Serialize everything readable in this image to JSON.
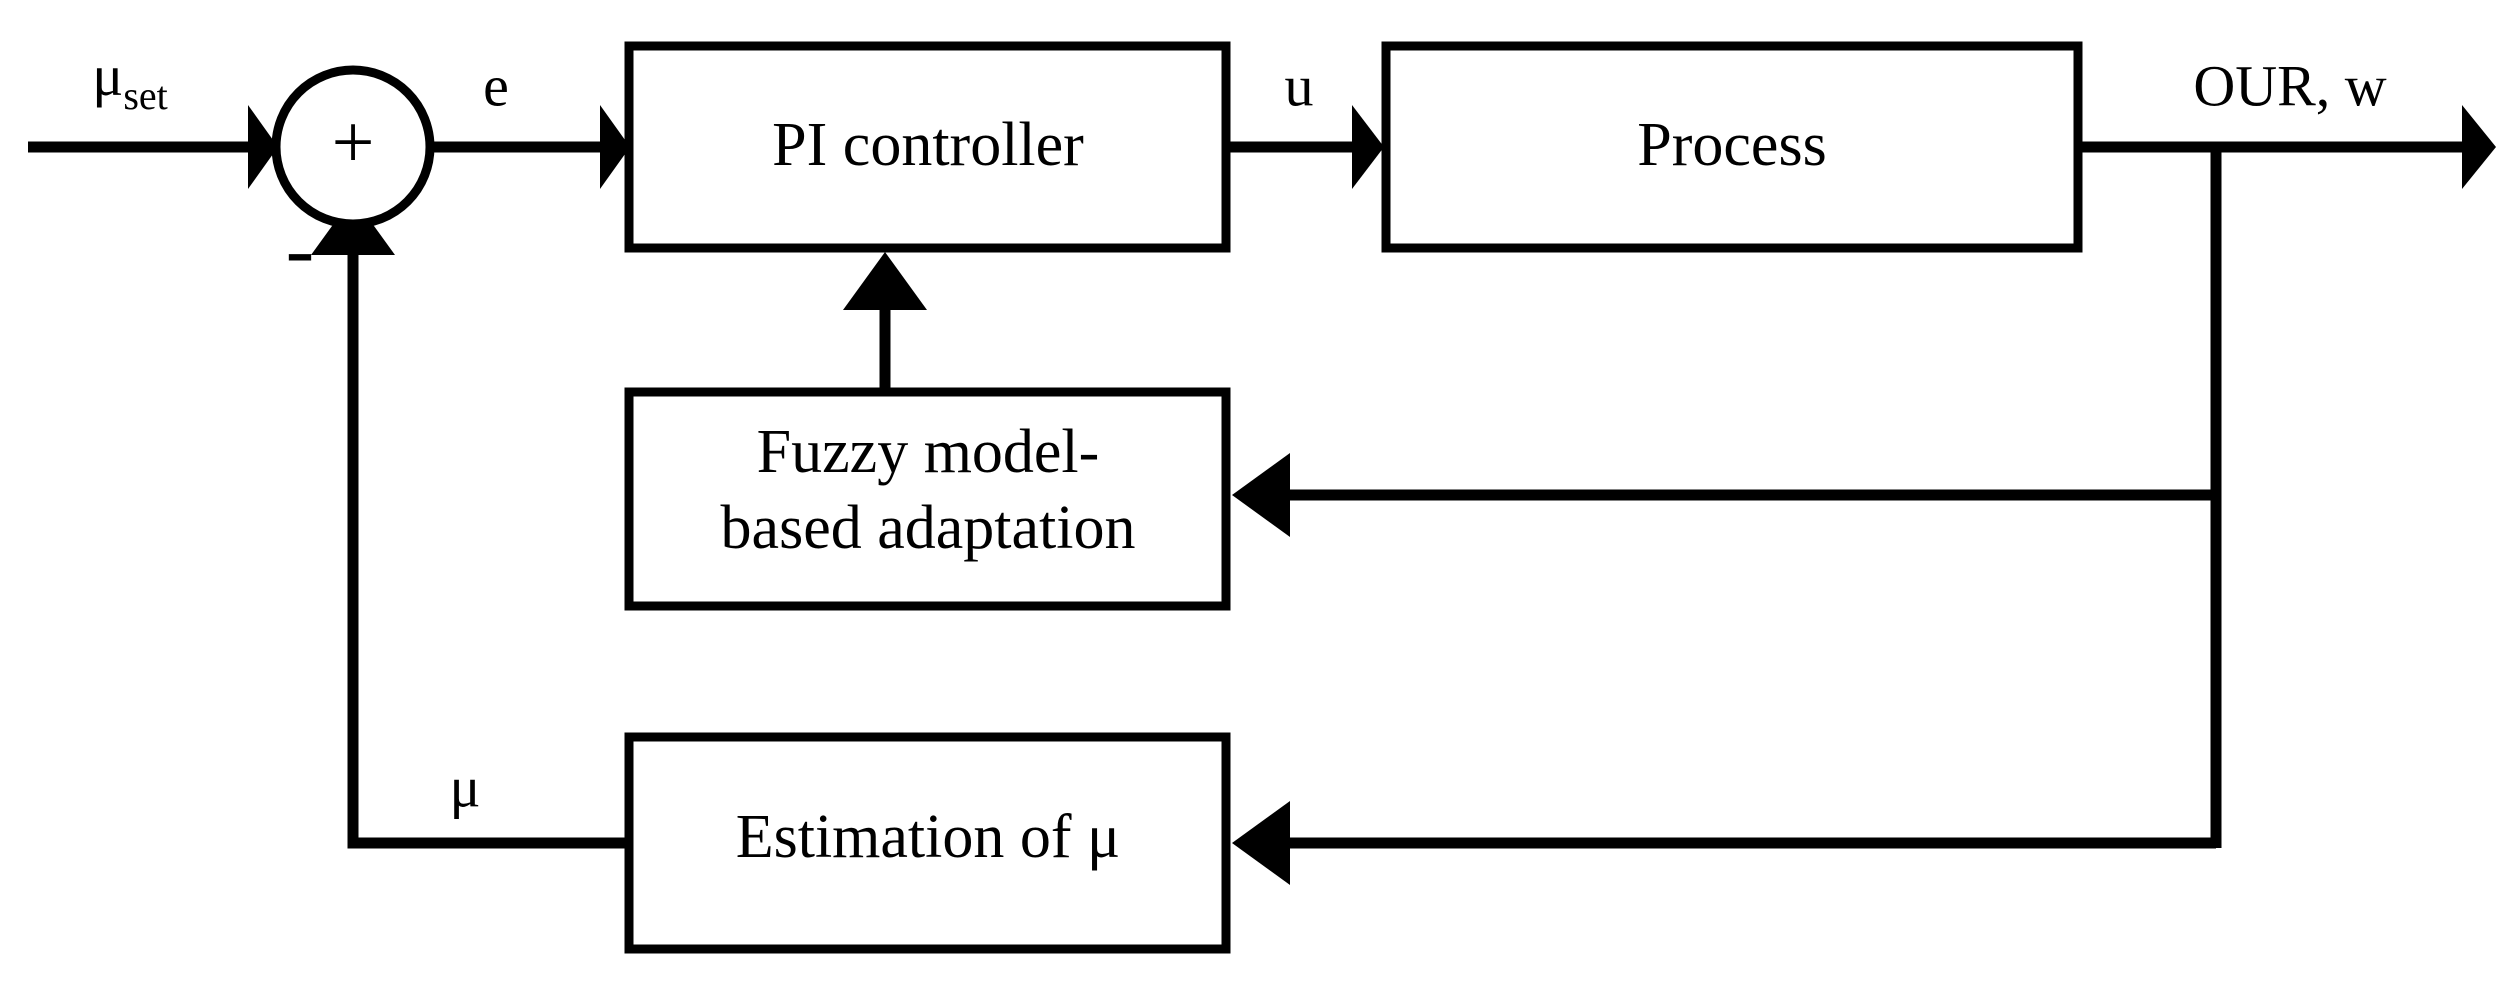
{
  "diagram": {
    "title": "Fuzzy model-based adaptive PI control block diagram",
    "type": "control-block-diagram",
    "background_color": "#ffffff",
    "line_color": "#000000",
    "blocks": [
      {
        "id": "pi_controller",
        "label": "PI controller",
        "lines": [
          "PI controller"
        ]
      },
      {
        "id": "process",
        "label": "Process",
        "lines": [
          "Process"
        ]
      },
      {
        "id": "fuzzy_adaptation",
        "label": "Fuzzy model-based adaptation",
        "lines": [
          "Fuzzy model-",
          "based adaptation"
        ]
      },
      {
        "id": "estimation",
        "label": "Estimation of μ",
        "lines": [
          "Estimation of μ"
        ]
      }
    ],
    "summing_junction": {
      "id": "summing_junction",
      "plus_sign": "+",
      "minus_sign": "-"
    },
    "signals": [
      {
        "id": "setpoint",
        "base": "μ",
        "subscript": "set",
        "label": "μset"
      },
      {
        "id": "error",
        "label": "e"
      },
      {
        "id": "control_input",
        "label": "u"
      },
      {
        "id": "output",
        "label": "OUR, w"
      },
      {
        "id": "estimated_mu",
        "label": "μ"
      }
    ]
  }
}
